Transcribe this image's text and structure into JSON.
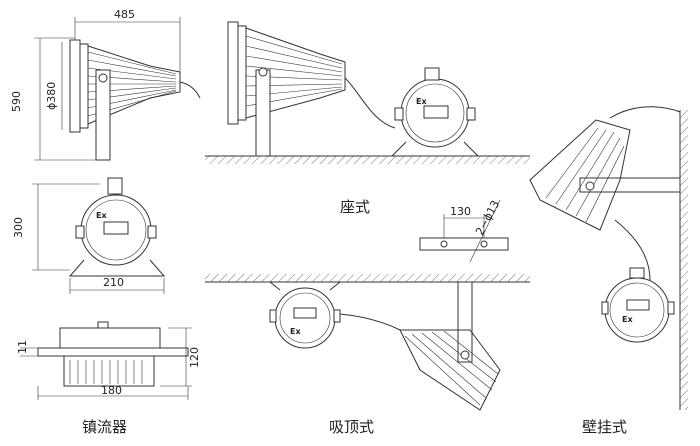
{
  "captions": {
    "ballast": "镇流器",
    "seat_mount": "座式",
    "ceiling_mount": "吸顶式",
    "wall_mount": "壁挂式"
  },
  "dimensions": {
    "lamp_width": "485",
    "lamp_height": "590",
    "lamp_diameter": "ϕ380",
    "ballast_height": "300",
    "ballast_base_width": "210",
    "ballast_length": "180",
    "ballast_side_height": "120",
    "ballast_foot": "11",
    "bracket_spacing": "130",
    "bracket_hole": "2−ϕ13"
  },
  "markings": {
    "ex_label": "Ex"
  }
}
